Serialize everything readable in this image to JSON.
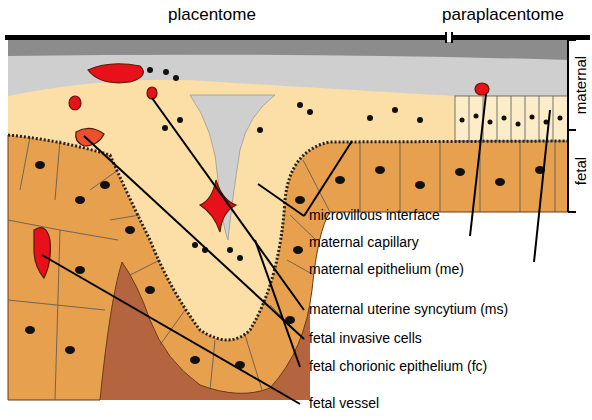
{
  "diagram": {
    "labels": [
      "placentome",
      "paraplacentome",
      "maternal",
      "fetal",
      "microvillous interface",
      "maternal capillary",
      "maternal epithelium (me)",
      "maternal uterine syncytium (ms)",
      "fetal invasive cells",
      "fetal chorionic epithelium (fc)",
      "fetal vessel"
    ]
  }
}
